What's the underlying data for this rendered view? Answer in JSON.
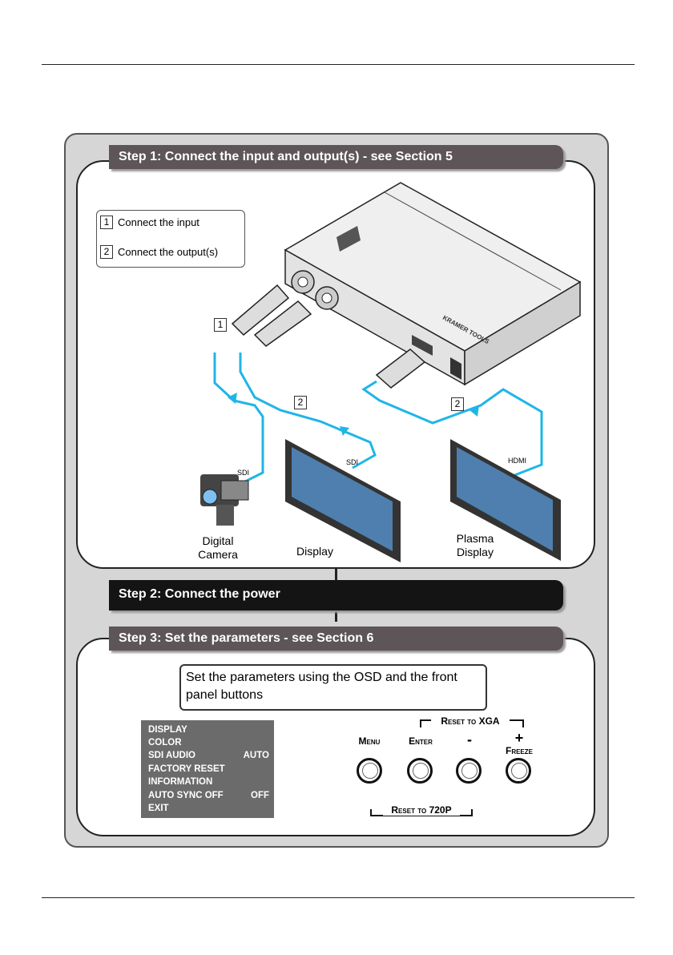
{
  "step1": {
    "title": "Step 1: Connect the input and output(s) - see Section 5",
    "legend": [
      {
        "num": "1",
        "text": "Connect the input"
      },
      {
        "num": "2",
        "text": "Connect the output(s)"
      }
    ],
    "cable_tags": {
      "input": "1",
      "sdi_output": "2",
      "hdmi_output": "2"
    },
    "cable_labels": {
      "camera": "SDI",
      "display": "SDI",
      "plasma": "HDMI"
    },
    "devices": {
      "camera": "Digital\nCamera",
      "display": "Display",
      "plasma": "Plasma\nDisplay"
    }
  },
  "step2": {
    "title": "Step 2: Connect the power"
  },
  "step3": {
    "title": "Step 3: Set the parameters - see Section 6",
    "note": "Set the parameters using the OSD and the front panel buttons",
    "osd_menu": [
      {
        "label": "DISPLAY",
        "value": ""
      },
      {
        "label": "COLOR",
        "value": ""
      },
      {
        "label": "SDI AUDIO",
        "value": "AUTO"
      },
      {
        "label": "FACTORY RESET",
        "value": ""
      },
      {
        "label": "INFORMATION",
        "value": ""
      },
      {
        "label": "AUTO SYNC OFF",
        "value": "OFF"
      },
      {
        "label": "EXIT",
        "value": ""
      }
    ],
    "buttons": [
      {
        "label": "Menu",
        "symbol": ""
      },
      {
        "label": "Enter",
        "symbol": ""
      },
      {
        "label": "",
        "symbol": "-"
      },
      {
        "label": "Freeze",
        "symbol": "+"
      }
    ],
    "reset_xga": "Reset to XGA",
    "reset_720p": "Reset to 720P"
  },
  "colors": {
    "step_bar": "#5d5558",
    "step_bar_dark": "#141414",
    "cable": "#1fb5e8",
    "outer_bg": "#d6d6d6"
  }
}
